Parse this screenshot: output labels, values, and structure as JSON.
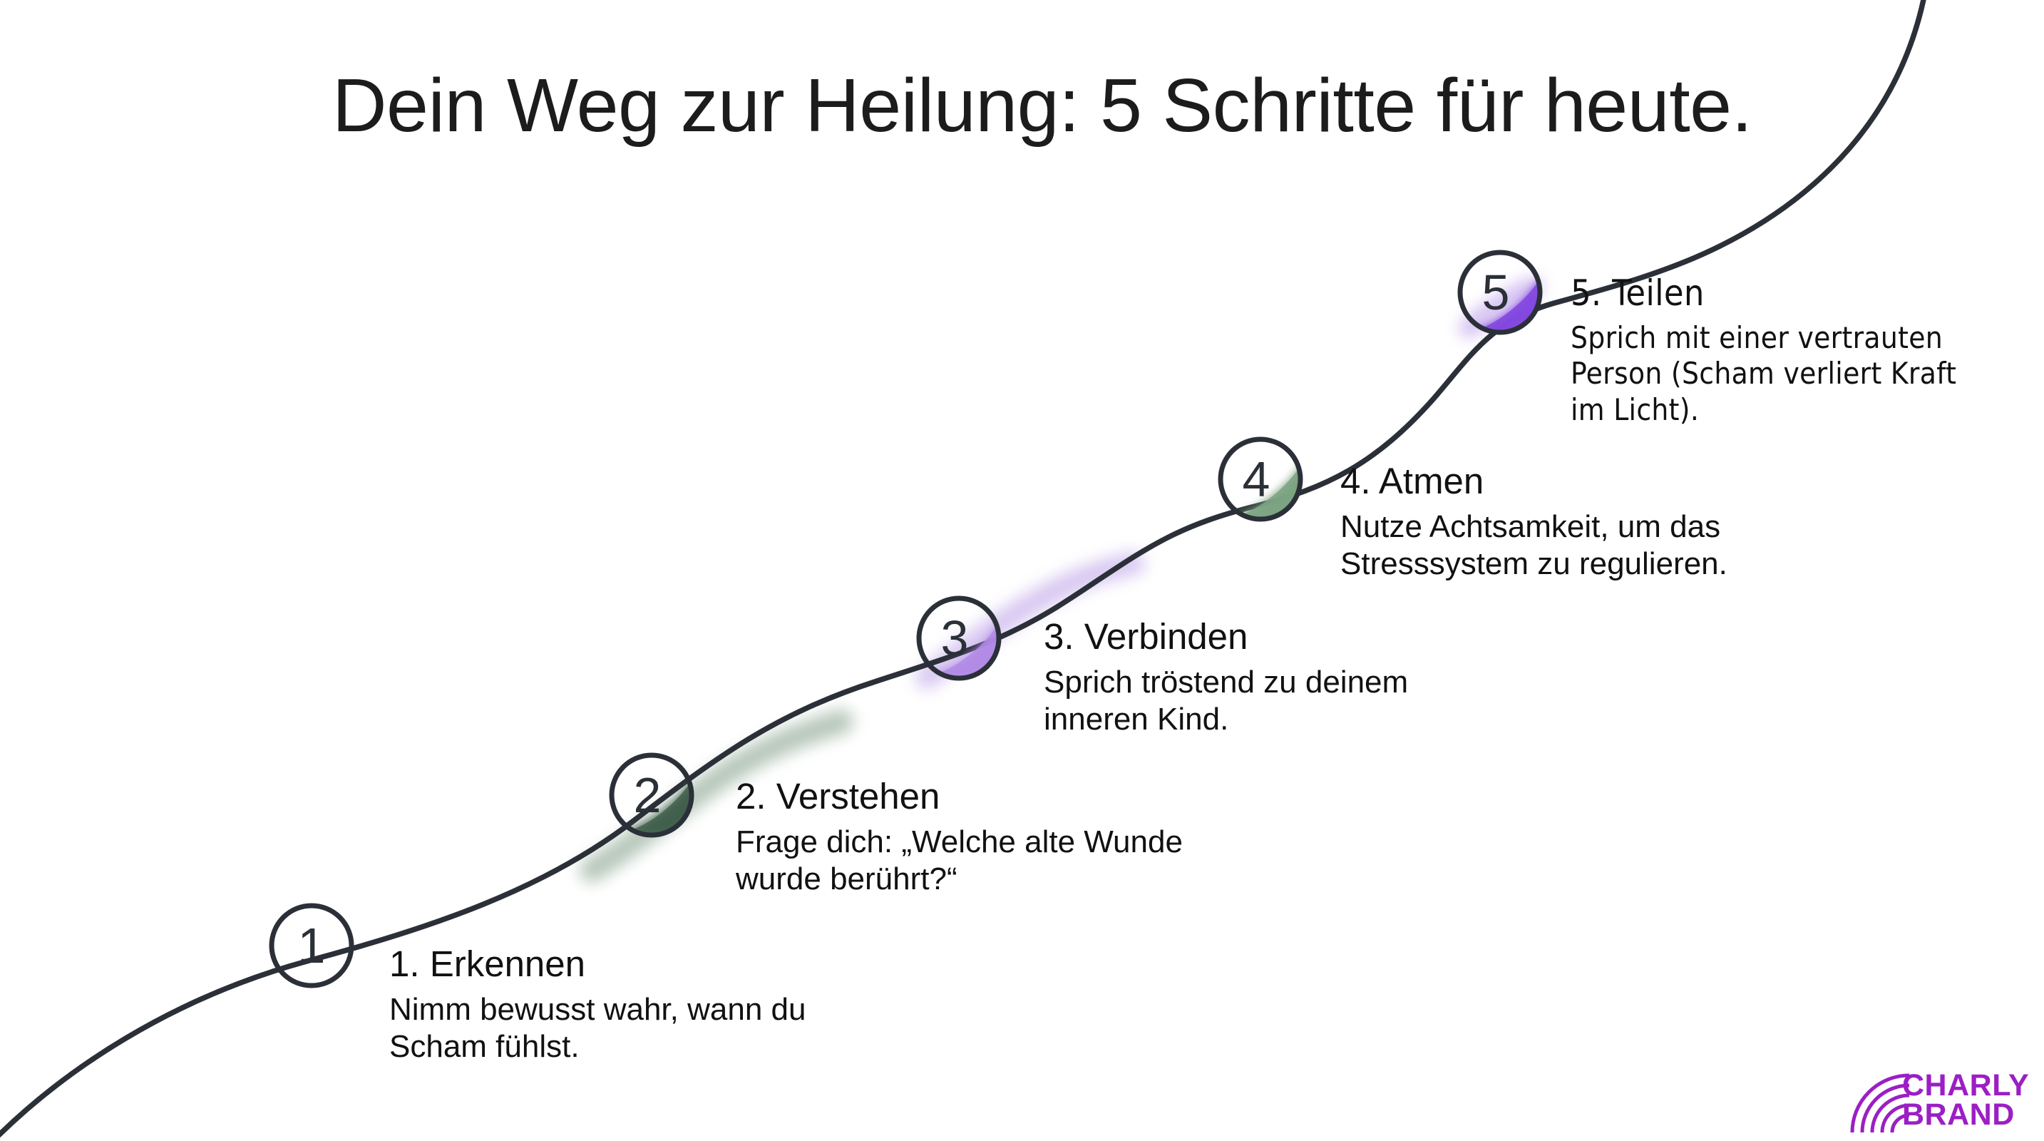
{
  "page": {
    "title": "Dein Weg zur Heilung: 5 Schritte für heute.",
    "background_color": "#ffffff",
    "text_color": "#111111",
    "path_color": "#2b3038"
  },
  "steps": [
    {
      "number": "1",
      "heading": "1. Erkennen",
      "description": "Nimm bewusst wahr, wann du\nScham fühlst.",
      "accent_color": "none"
    },
    {
      "number": "2",
      "heading": "2. Verstehen",
      "description": "Frage dich: „Welche alte Wunde\nwurde berührt?“",
      "accent_color": "#3d5c4a"
    },
    {
      "number": "3",
      "heading": "3. Verbinden",
      "description": "Sprich tröstend zu deinem\ninneren Kind.",
      "accent_color": "#a87fe0"
    },
    {
      "number": "4",
      "heading": "4. Atmen",
      "description": "Nutze Achtsamkeit, um das\nStresssystem zu regulieren.",
      "accent_color": "#779b7c"
    },
    {
      "number": "5",
      "heading": "5. Teilen",
      "description": "Sprich mit einer vertrauten\nPerson (Scham verliert Kraft\nim Licht).",
      "accent_color": "#7c3fd8"
    }
  ],
  "logo": {
    "line1": "CHARLY",
    "line2": "BRAND",
    "color": "#9b1fc4",
    "mark": "concentric-arcs-icon"
  }
}
